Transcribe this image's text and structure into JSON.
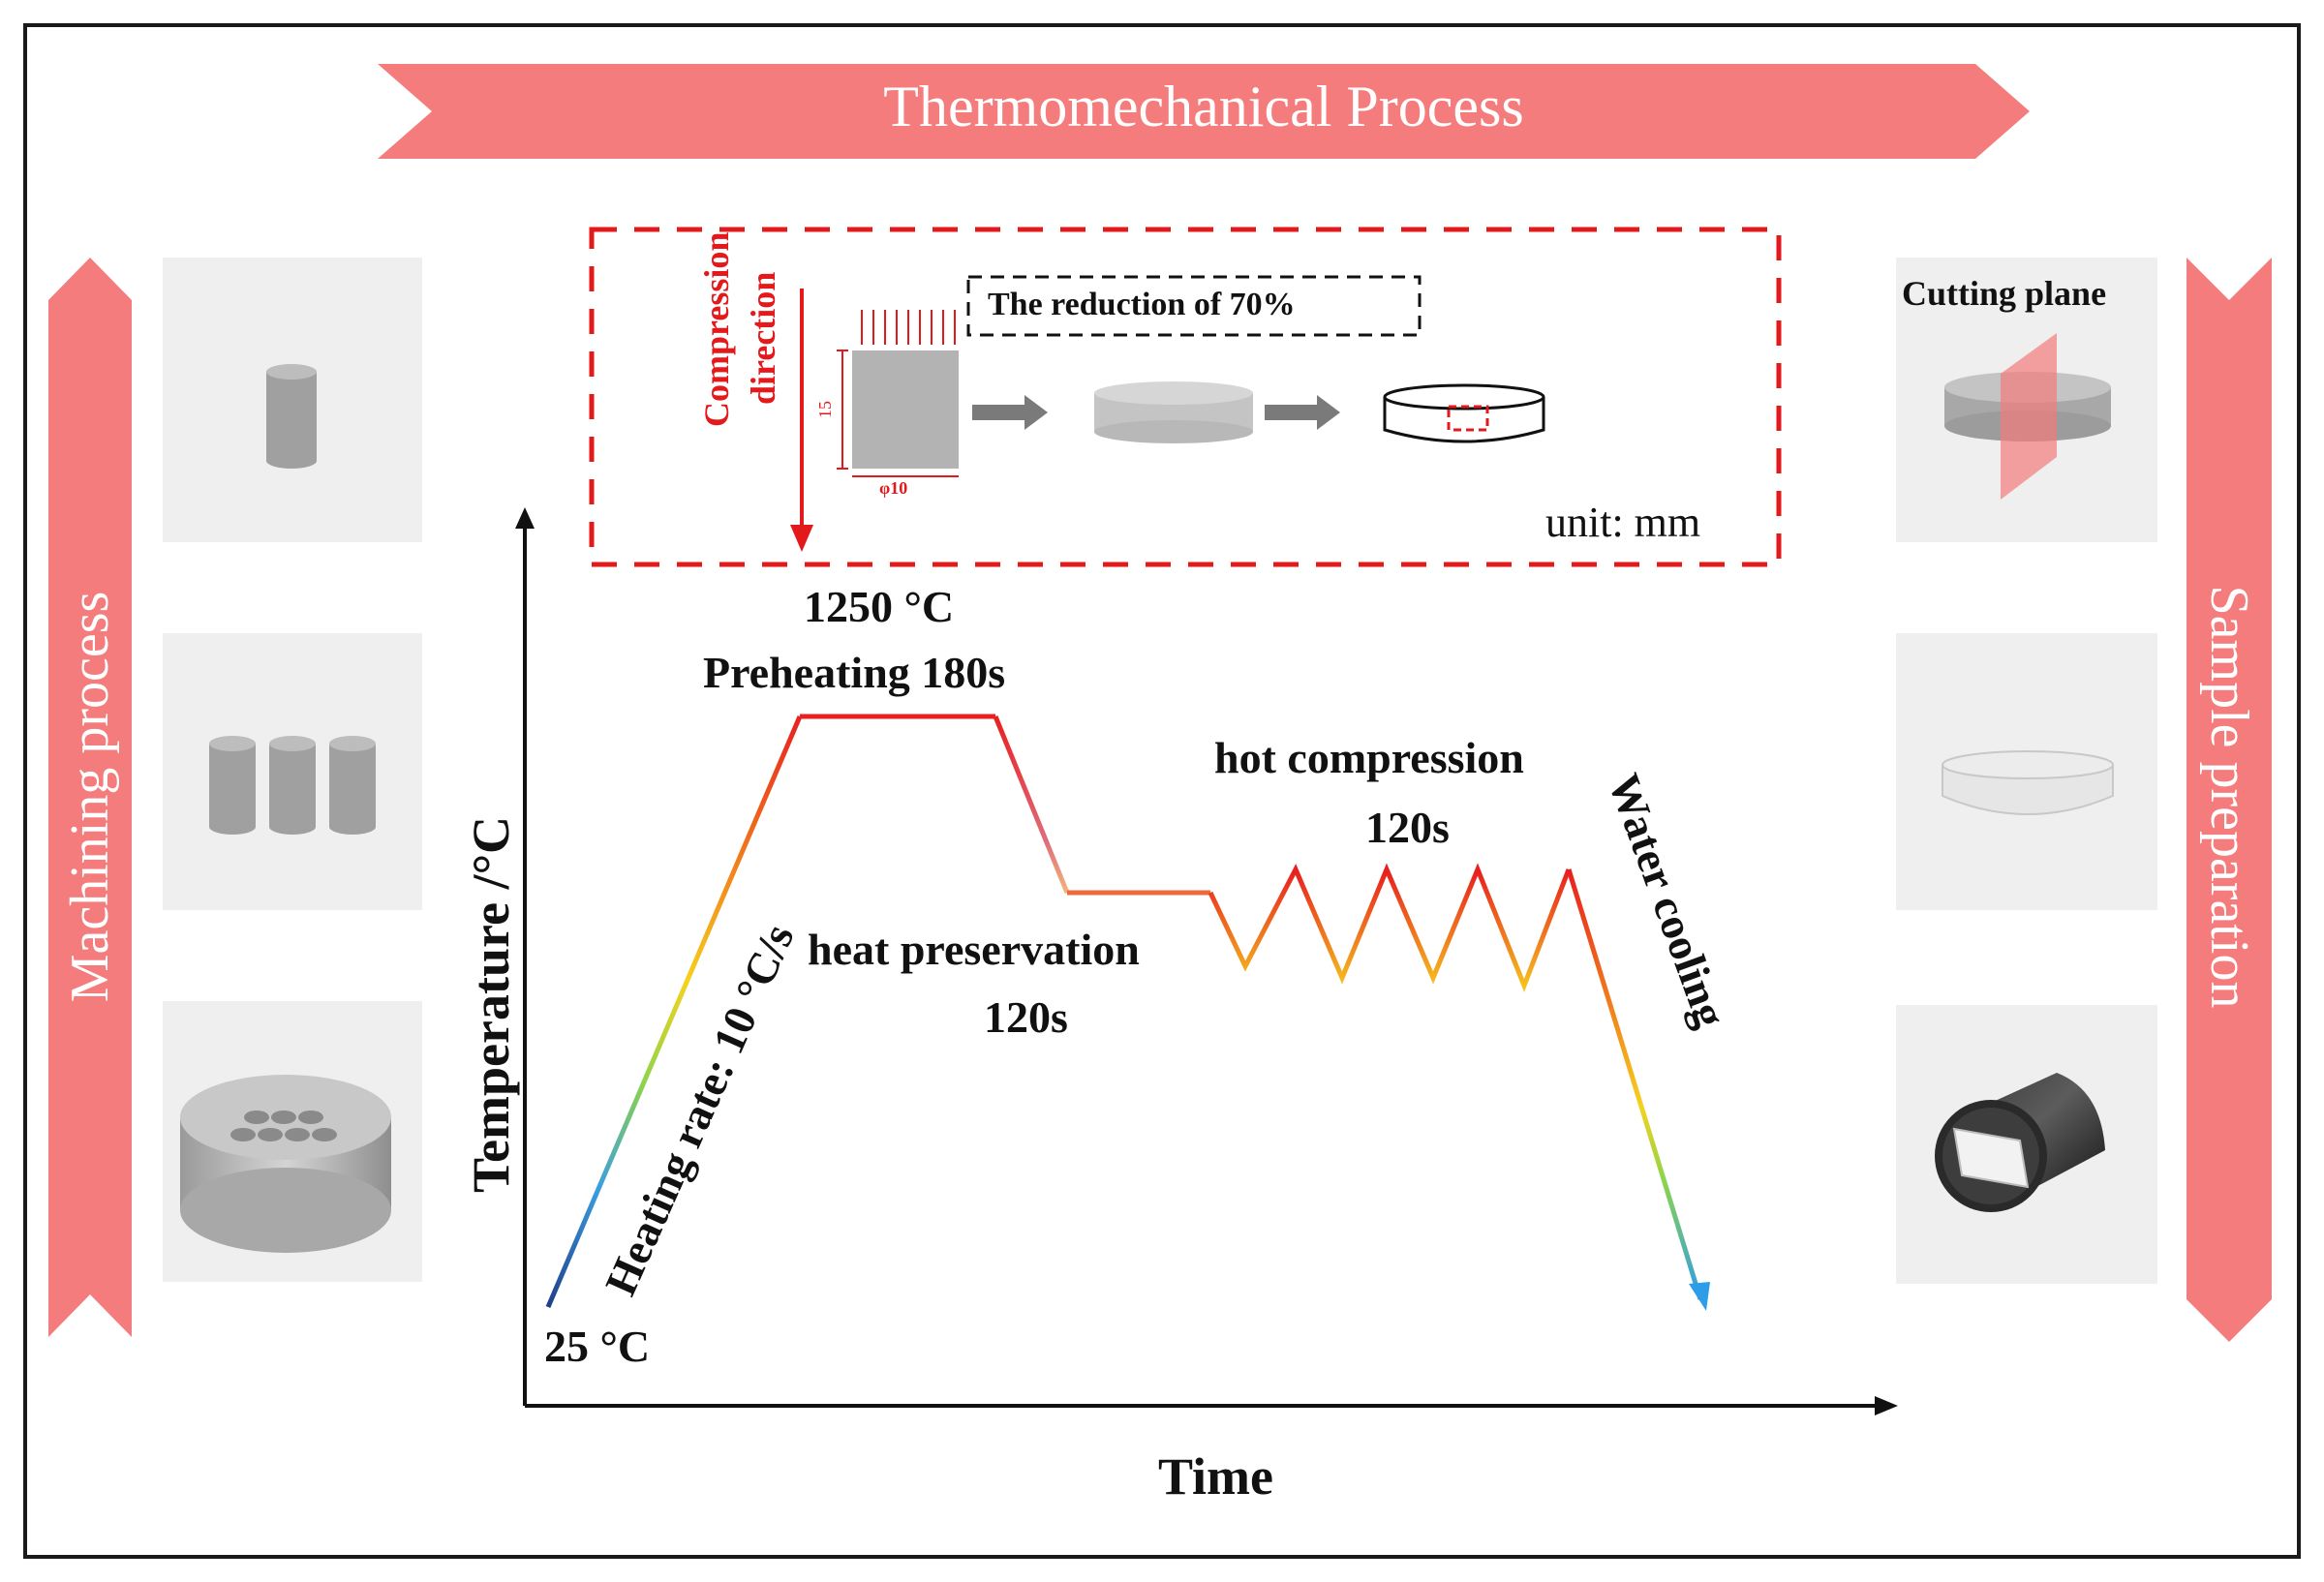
{
  "banners": {
    "top": "Thermomechanical Process",
    "left": "Machining process",
    "right": "Sample preparation"
  },
  "inset": {
    "compression_direction": [
      "Compression",
      "direction"
    ],
    "reduction": "The reduction of 70%",
    "height_label": "15",
    "diameter_label": "φ10",
    "unit": "unit: mm"
  },
  "right_panels": {
    "cutting_plane": "Cutting plane"
  },
  "process_chart": {
    "ylabel": "Temperature /°C",
    "xlabel": "Time",
    "start_temp": "25 °C",
    "peak_temp": "1250 °C",
    "preheating": "Preheating 180s",
    "heating_rate": "Heating rate: 10 °C/s",
    "heat_preservation": [
      "heat preservation",
      "120s"
    ],
    "hot_compression": [
      "hot compression",
      "120s"
    ],
    "cooling": "Water cooling"
  },
  "colors": {
    "banner": "#f47c7c",
    "dashed_red": "#e3191c",
    "hot": "#e8201f",
    "warm": "#f5a623",
    "cool": "#1f5fae"
  }
}
